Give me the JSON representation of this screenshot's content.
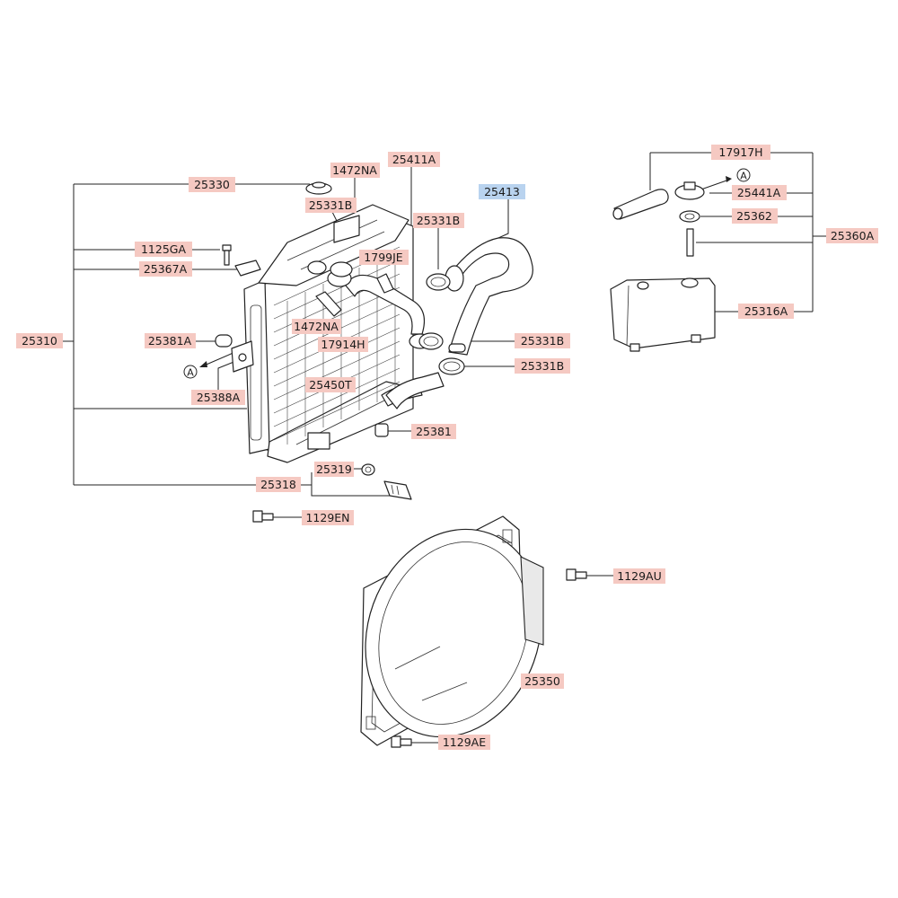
{
  "colors": {
    "label_bg": "#f5c9c2",
    "label_bg_highlight": "#b9d3ef",
    "line": "#222222"
  },
  "labels": {
    "l25330": "25330",
    "l1472NA_top": "1472NA",
    "l25411A": "25411A",
    "l25413": "25413",
    "l25331B_top": "25331B",
    "l25331B_mid": "25331B",
    "l1125GA": "1125GA",
    "l1799JE": "1799JE",
    "l25367A": "25367A",
    "l25310": "25310",
    "l1472NA_mid": "1472NA",
    "l25381A": "25381A",
    "l17914H": "17914H",
    "l25331B_r1": "25331B",
    "l25331B_r2": "25331B",
    "l25388A": "25388A",
    "l25450T": "25450T",
    "l25381": "25381",
    "l25319": "25319",
    "l25318": "25318",
    "l1129EN": "1129EN",
    "l1129AU": "1129AU",
    "l25350": "25350",
    "l1129AE": "1129AE",
    "l17917H": "17917H",
    "l25441A": "25441A",
    "l25362": "25362",
    "l25360A": "25360A",
    "l25316A": "25316A"
  },
  "ref_markers": {
    "left": "A",
    "right": "A"
  }
}
